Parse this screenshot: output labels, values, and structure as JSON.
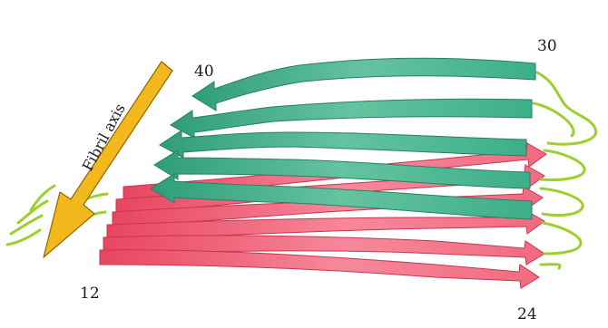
{
  "labels": {
    "residue_12": "12",
    "residue_24": "24",
    "residue_30": "30",
    "residue_40": "40",
    "fibril_axis": "Fibril axis"
  },
  "colors": {
    "green_strand": "#3fae8a",
    "green_strand_edge": "#2b7e63",
    "red_strand": "#ef5a74",
    "red_strand_edge": "#c9364f",
    "loop": "#9ccf2f",
    "arrow_fill": "#f2b81c",
    "arrow_edge": "#8a6a08"
  }
}
